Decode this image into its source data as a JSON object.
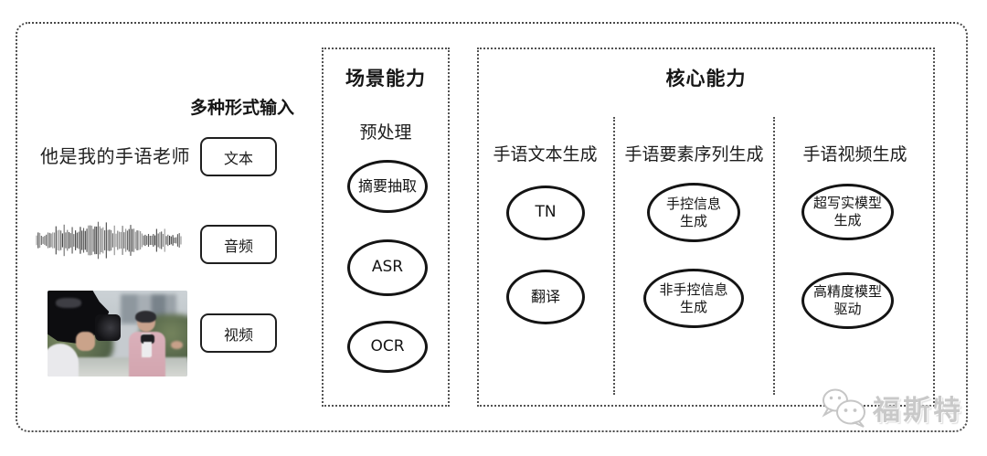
{
  "colors": {
    "background": "#ffffff",
    "line": "#1a1a1a",
    "dotted_border": "#4a4a4a",
    "watermark_gray": "#c9c9c9"
  },
  "input_section": {
    "heading": "多种形式输入",
    "sample_text": "他是我的手语老师",
    "buttons": [
      {
        "label": "文本"
      },
      {
        "label": "音频"
      },
      {
        "label": "视频"
      }
    ]
  },
  "scene_box": {
    "title": "场景能力",
    "subtitle": "预处理",
    "nodes": [
      "摘要抽取",
      "ASR",
      "OCR"
    ]
  },
  "core_box": {
    "title": "核心能力",
    "columns": [
      {
        "header": "手语文本生成",
        "nodes": [
          "TN",
          "翻译"
        ]
      },
      {
        "header": "手语要素序列生成",
        "nodes": [
          "手控信息\n生成",
          "非手控信息\n生成"
        ]
      },
      {
        "header": "手语视频生成",
        "nodes": [
          "超写实模型\n生成",
          "高精度模型\n驱动"
        ]
      }
    ]
  },
  "watermark": {
    "text": "福斯特"
  }
}
